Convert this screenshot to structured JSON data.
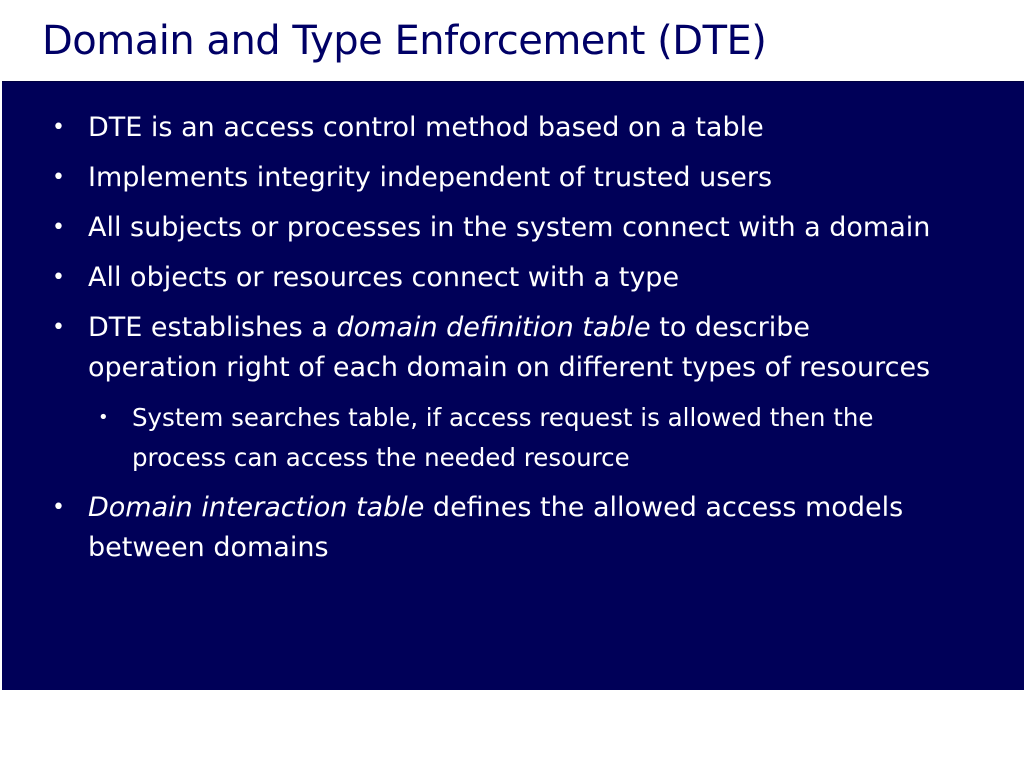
{
  "slide": {
    "title": "Domain and Type Enforcement (DTE)",
    "bullet_glyph": "•",
    "bullets": [
      {
        "text": "DTE is an access control method based on a table"
      },
      {
        "text": "Implements integrity independent of trusted users"
      },
      {
        "text": "All subjects or processes in the system connect with a domain"
      },
      {
        "text": "All objects or resources connect with a type"
      },
      {
        "pre": "DTE establishes a ",
        "italic": "domain definition table",
        "post": " to describe operation right of each domain on different types of resources"
      },
      {
        "text": "System searches table, if access request is allowed then the process can access the needed resource",
        "level": 2
      },
      {
        "italic": "Domain interaction table",
        "post": " defines the allowed access models between domains"
      }
    ],
    "colors": {
      "title": "#000066",
      "panel_background": "#000058",
      "body_text": "#ffffff"
    }
  }
}
